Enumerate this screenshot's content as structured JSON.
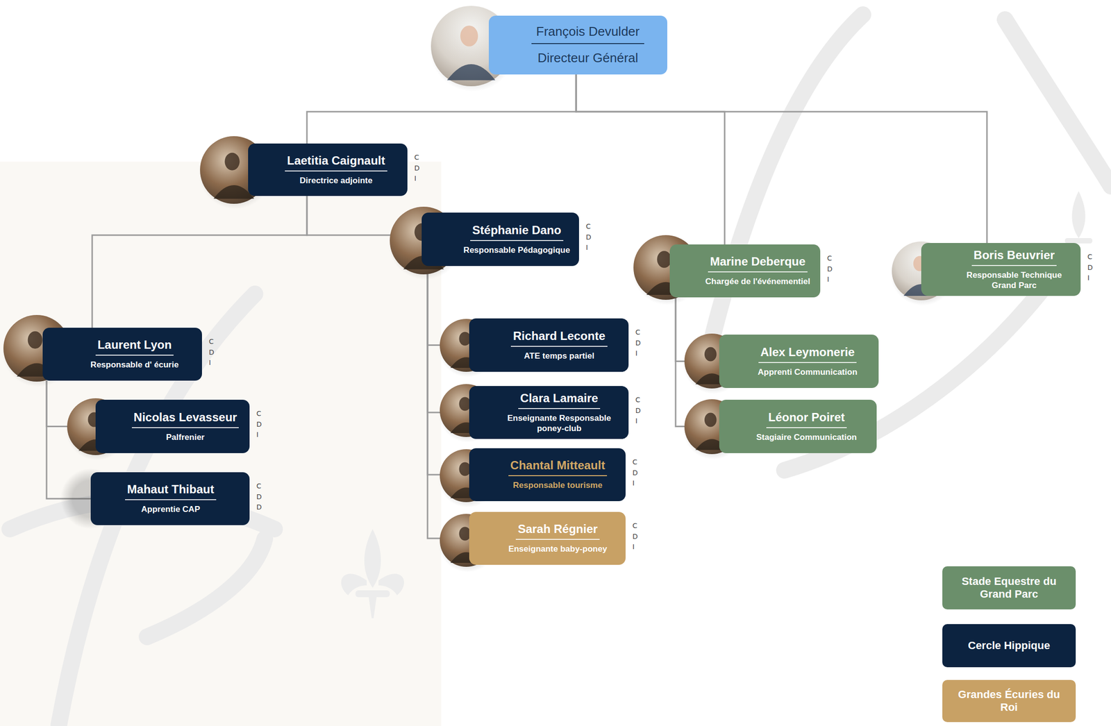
{
  "diagram": {
    "nodes": [
      {
        "text": [
          "François Devulder",
          "Directeur Général"
        ]
      },
      {
        "text": [
          "Laetitia Caignault",
          "Directrice adjointe"
        ]
      },
      {
        "text": [
          "Stéphanie Dano",
          "Responsable Pédagogique"
        ]
      },
      {
        "text": [
          "Marine Deberque",
          "Chargée de l'événementiel"
        ]
      },
      {
        "text": [
          "Boris Beuvrier",
          "Responsable Technique Grand Parc"
        ]
      },
      {
        "text": [
          "Laurent Lyon",
          "Responsable d' écurie"
        ]
      },
      {
        "text": [
          "Nicolas Levasseur",
          "Palfrenier"
        ]
      },
      {
        "text": [
          "Mahaut Thibaut",
          "Apprentie CAP"
        ]
      },
      {
        "text": [
          "Richard Leconte",
          "ATE temps partiel"
        ]
      },
      {
        "text": [
          "Clara Lamaire",
          "Enseignante Responsable poney-club"
        ]
      },
      {
        "text": [
          "Chantal Mitteault",
          "Responsable tourisme"
        ]
      },
      {
        "text": [
          "Sarah Régnier",
          "Enseignante baby-poney"
        ]
      },
      {
        "text": [
          "Alex Leymonerie",
          "Apprenti Communication"
        ]
      },
      {
        "text": [
          "Léonor Poiret",
          "Stagiaire Communication"
        ]
      }
    ],
    "edges": [
      {
        "from": 0,
        "to": 1,
        "arrow": "none"
      },
      {
        "from": 0,
        "to": 3,
        "arrow": "none"
      },
      {
        "from": 0,
        "to": 4,
        "arrow": "none"
      },
      {
        "from": 1,
        "to": 5,
        "arrow": "none"
      },
      {
        "from": 1,
        "to": 2,
        "arrow": "none"
      },
      {
        "from": 5,
        "to": 6,
        "arrow": "none"
      },
      {
        "from": 5,
        "to": 7,
        "arrow": "none"
      },
      {
        "from": 2,
        "to": 8,
        "arrow": "none"
      },
      {
        "from": 2,
        "to": 9,
        "arrow": "none"
      },
      {
        "from": 2,
        "to": 10,
        "arrow": "none"
      },
      {
        "from": 2,
        "to": 11,
        "arrow": "none"
      },
      {
        "from": 3,
        "to": 12,
        "arrow": "none"
      },
      {
        "from": 3,
        "to": 13,
        "arrow": "none"
      }
    ],
    "labels": [
      "CDI",
      "CDI",
      "CDI",
      "CDI",
      "CDI",
      "CDI",
      "CDD",
      "CDI",
      "CDI",
      "CDI",
      "CDI"
    ],
    "legend": [
      {
        "text": "Stade Equestre du Grand Parc",
        "color": "#6b8f6b"
      },
      {
        "text": "Cercle Hippique",
        "color": "#0c2340"
      },
      {
        "text": "Grandes Écuries du Roi",
        "color": "#c8a165"
      }
    ]
  }
}
